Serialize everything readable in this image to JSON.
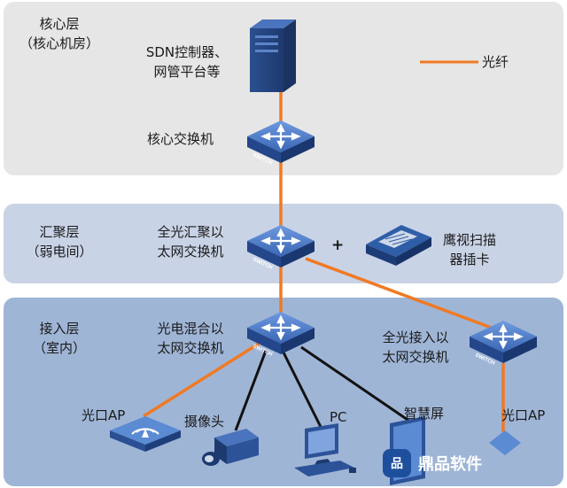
{
  "layers": {
    "core": {
      "name": "核心层",
      "sub": "（核心机房）"
    },
    "agg": {
      "name": "汇聚层",
      "sub": "（弱电间）"
    },
    "access": {
      "name": "接入层",
      "sub": "（室内）"
    }
  },
  "legend": {
    "label": "光纤",
    "color": "#f07a24"
  },
  "nodes": {
    "sdn": {
      "line1": "SDN控制器、",
      "line2": "网管平台等"
    },
    "core_sw": {
      "label": "核心交换机"
    },
    "agg_sw": {
      "line1": "全光汇聚以",
      "line2": "太网交换机"
    },
    "plus": "+",
    "card": {
      "line1": "鹰视扫描",
      "line2": "器插卡"
    },
    "mix_sw": {
      "line1": "光电混合以",
      "line2": "太网交换机"
    },
    "full_sw": {
      "line1": "全光接入以",
      "line2": "太网交换机"
    },
    "ap1": {
      "label": "光口AP"
    },
    "camera": {
      "label": "摄像头"
    },
    "pc": {
      "label": "PC"
    },
    "screen": {
      "label": "智慧屏"
    },
    "ap2": {
      "label": "光口AP"
    },
    "switch_text": "SWITCH"
  },
  "watermark": {
    "text": "鼎品软件",
    "logo": "品"
  },
  "colors": {
    "fiber": "#f07a24",
    "copper": "#111111",
    "device_blue": "#2e5ea8",
    "device_light": "#5b8bd2"
  }
}
